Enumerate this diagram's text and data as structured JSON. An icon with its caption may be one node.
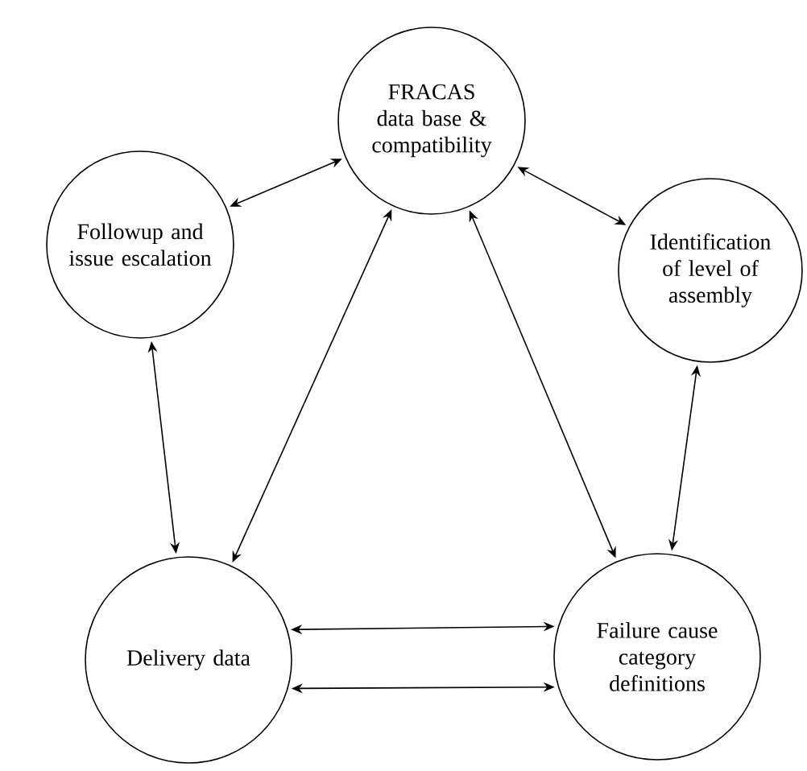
{
  "diagram": {
    "nodes": [
      {
        "text": [
          "FRACAS data base & compatibility"
        ]
      },
      {
        "text": [
          "Followup and issue escalation"
        ]
      },
      {
        "text": [
          "Identification of level of assembly"
        ]
      },
      {
        "text": [
          "Delivery data"
        ]
      },
      {
        "text": [
          "Failure cause category definitions"
        ]
      }
    ],
    "edges": [
      {
        "from": 0,
        "to": 1,
        "arrow": "both"
      },
      {
        "from": 0,
        "to": 2,
        "arrow": "both"
      },
      {
        "from": 1,
        "to": 3,
        "arrow": "both"
      },
      {
        "from": 2,
        "to": 4,
        "arrow": "both"
      },
      {
        "from": 0,
        "to": 3,
        "arrow": "both"
      },
      {
        "from": 0,
        "to": 4,
        "arrow": "both"
      },
      {
        "from": 3,
        "to": 4,
        "arrow": "both"
      },
      {
        "from": 3,
        "to": 4,
        "arrow": "both"
      }
    ]
  }
}
